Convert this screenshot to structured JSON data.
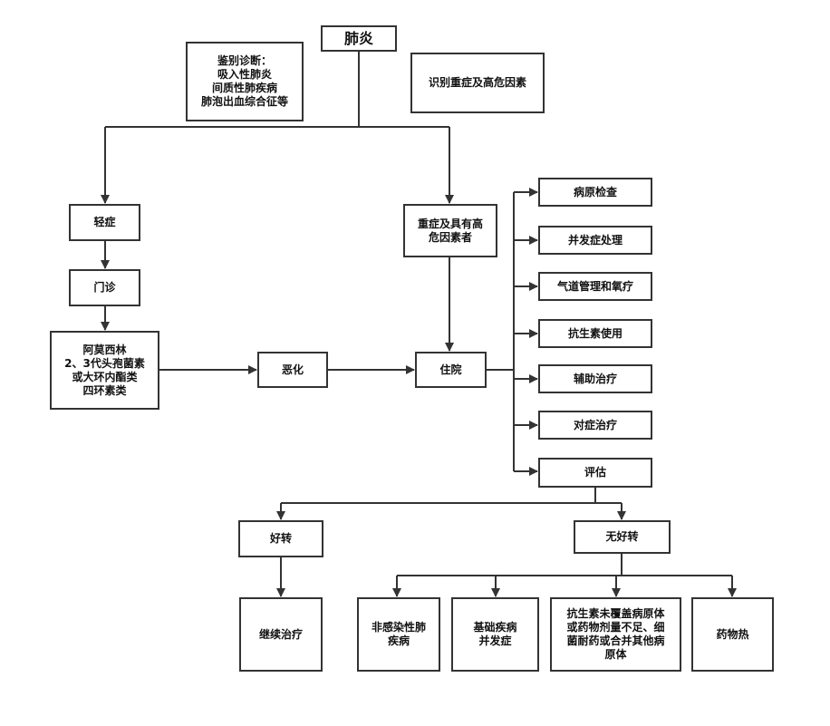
{
  "diagram": {
    "nodes": [
      {
        "id": "pneumonia",
        "label": "肺炎"
      },
      {
        "id": "ddx",
        "label": "鉴别诊断：\n吸入性肺炎\n间质性肺疾病\n肺泡出血综合征等"
      },
      {
        "id": "identify",
        "label": "识别重症及高危因素"
      },
      {
        "id": "mild",
        "label": "轻症"
      },
      {
        "id": "severe",
        "label": "重症及具有高\n危因素者"
      },
      {
        "id": "outpatient",
        "label": "门诊"
      },
      {
        "id": "drugs",
        "label": "阿莫西林\n2、3代头孢菌素\n或大环内酯类\n四环素类"
      },
      {
        "id": "worsen",
        "label": "恶化"
      },
      {
        "id": "hospital",
        "label": "住院"
      },
      {
        "id": "pathogen",
        "label": "病原检查"
      },
      {
        "id": "complication",
        "label": "并发症处理"
      },
      {
        "id": "airway",
        "label": "气道管理和氧疗"
      },
      {
        "id": "antibiotic",
        "label": "抗生素使用"
      },
      {
        "id": "adjuvant",
        "label": "辅助治疗"
      },
      {
        "id": "symptomatic",
        "label": "对症治疗"
      },
      {
        "id": "evaluate",
        "label": "评估"
      },
      {
        "id": "improved",
        "label": "好转"
      },
      {
        "id": "not_improved",
        "label": "无好转"
      },
      {
        "id": "continue",
        "label": "继续治疗"
      },
      {
        "id": "noninfectious",
        "label": "非感染性肺\n疾病"
      },
      {
        "id": "underlying",
        "label": "基础疾病\n并发症"
      },
      {
        "id": "coverage",
        "label": "抗生素未覆盖病原体\n或药物剂量不足、细\n菌耐药或合并其他病\n原体"
      },
      {
        "id": "drugfever",
        "label": "药物热"
      }
    ],
    "edges": [
      {
        "from": "pneumonia",
        "to": "mild"
      },
      {
        "from": "pneumonia",
        "to": "severe"
      },
      {
        "from": "mild",
        "to": "outpatient"
      },
      {
        "from": "outpatient",
        "to": "drugs"
      },
      {
        "from": "drugs",
        "to": "worsen"
      },
      {
        "from": "worsen",
        "to": "hospital"
      },
      {
        "from": "severe",
        "to": "hospital"
      },
      {
        "from": "hospital",
        "to": "pathogen"
      },
      {
        "from": "hospital",
        "to": "complication"
      },
      {
        "from": "hospital",
        "to": "airway"
      },
      {
        "from": "hospital",
        "to": "antibiotic"
      },
      {
        "from": "hospital",
        "to": "adjuvant"
      },
      {
        "from": "hospital",
        "to": "symptomatic"
      },
      {
        "from": "hospital",
        "to": "evaluate"
      },
      {
        "from": "evaluate",
        "to": "improved"
      },
      {
        "from": "evaluate",
        "to": "not_improved"
      },
      {
        "from": "improved",
        "to": "continue"
      },
      {
        "from": "not_improved",
        "to": "noninfectious"
      },
      {
        "from": "not_improved",
        "to": "underlying"
      },
      {
        "from": "not_improved",
        "to": "coverage"
      },
      {
        "from": "not_improved",
        "to": "drugfever"
      }
    ]
  }
}
